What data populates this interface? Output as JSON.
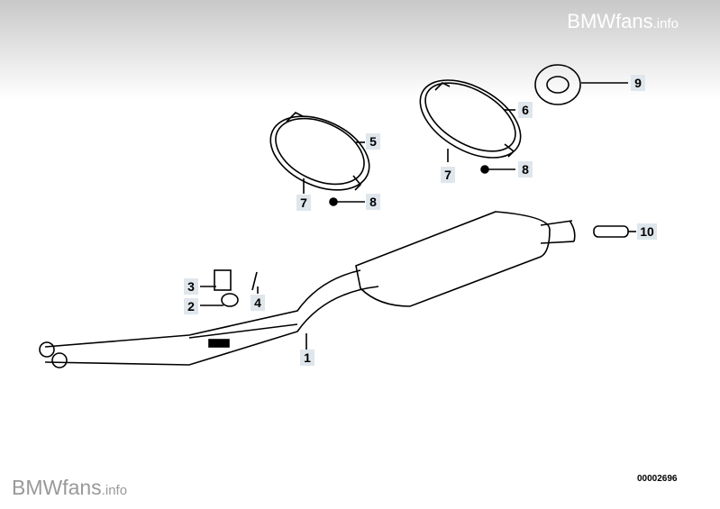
{
  "watermark_top": {
    "brand": "BMWfans",
    "suffix": ".info"
  },
  "watermark_bottom": {
    "brand": "BMWfans",
    "suffix": ".info"
  },
  "diagram_code": "00002696",
  "callouts": [
    "1",
    "2",
    "3",
    "4",
    "5",
    "6",
    "7",
    "7",
    "8",
    "8",
    "9",
    "10"
  ]
}
